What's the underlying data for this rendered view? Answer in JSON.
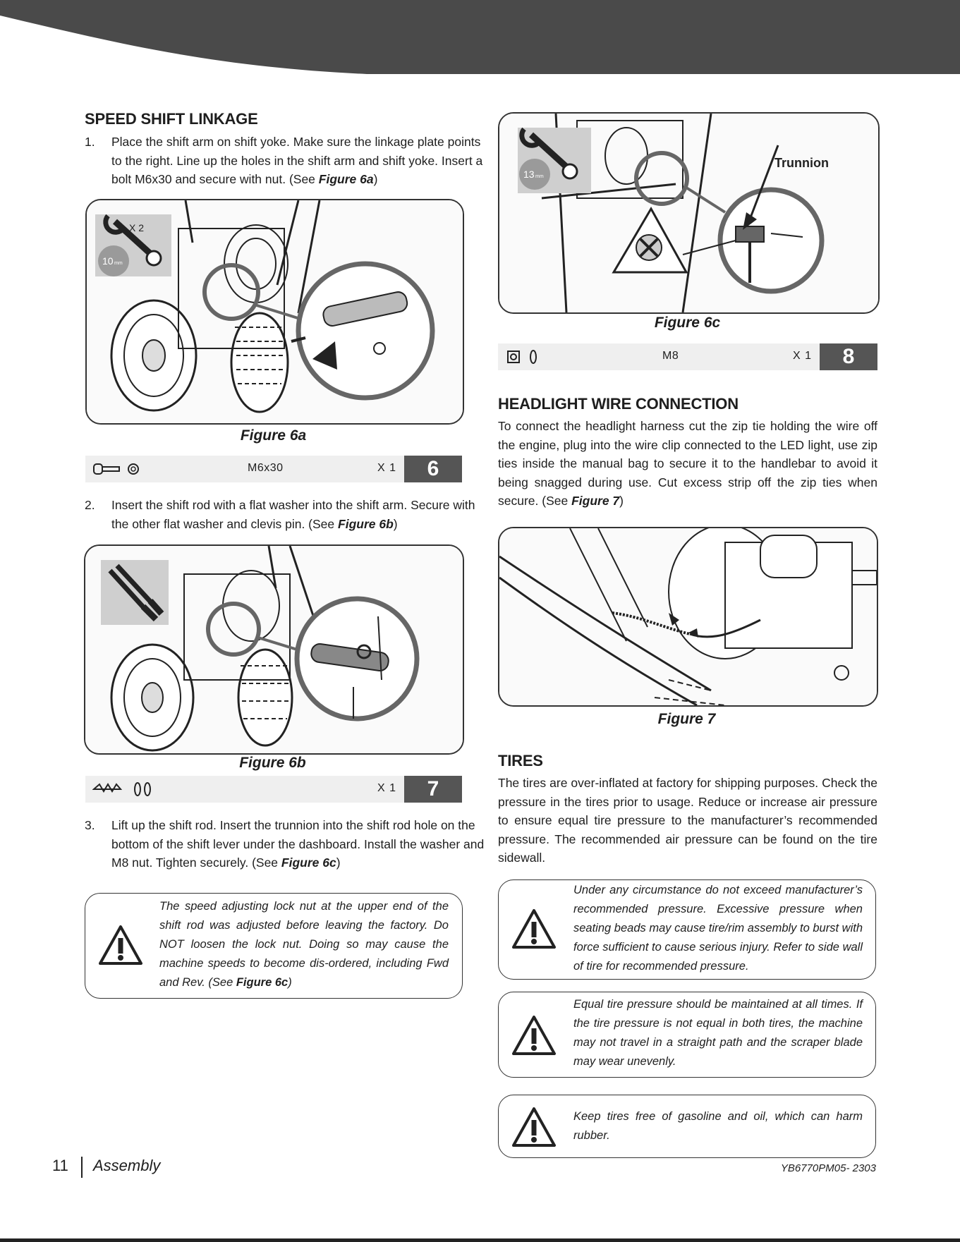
{
  "left": {
    "heading": "SPEED SHIFT LINKAGE",
    "step1": {
      "num": "1.",
      "text": "Place the shift arm on shift yoke. Make sure the linkage plate points to the right. Line up the holes in the shift arm and shift yoke. Insert a bolt M6x30 and secure with nut. (See ",
      "ref": "Figure 6a",
      "end": ")"
    },
    "fig6a": {
      "badge_qty": "X 2",
      "badge_size": "10",
      "badge_unit": "mm",
      "caption": "Figure 6a"
    },
    "parts6a": {
      "name": "M6x30",
      "qty": "X 1",
      "num": "6"
    },
    "step2": {
      "num": "2.",
      "text": "Insert the shift rod with a flat washer into the shift arm. Secure with the other flat washer and clevis pin. (See ",
      "ref": "Figure 6b",
      "end": ")"
    },
    "fig6b": {
      "caption": "Figure 6b"
    },
    "parts6b": {
      "qty": "X 1",
      "num": "7"
    },
    "step3": {
      "num": "3.",
      "text": "Lift up the shift rod. Insert the trunnion into the shift rod hole on the bottom of the shift lever under the dashboard. Install the washer and M8 nut. Tighten securely. (See ",
      "ref": "Figure 6c",
      "end": ")"
    },
    "warning": {
      "text": "The speed adjusting lock nut at the upper end of the shift rod was adjusted before leaving the factory. Do NOT loosen the lock nut. Doing so may cause the machine speeds to become dis-ordered, including Fwd and Rev. (See ",
      "ref": "Figure 6c",
      "end": ")"
    }
  },
  "right": {
    "fig6c": {
      "badge_size": "13",
      "badge_unit": "mm",
      "label": "Trunnion",
      "caption": "Figure 6c"
    },
    "parts6c": {
      "name": "M8",
      "qty": "X 1",
      "num": "8"
    },
    "heading_headlight": "HEADLIGHT WIRE CONNECTION",
    "headlight_text": "To connect the headlight harness cut the zip tie holding the wire off the engine, plug into the wire clip connected to the LED light, use zip ties inside the manual bag to secure it to the handlebar to avoid it being snagged during use. Cut excess strip off the zip ties when secure. (See ",
    "headlight_ref": "Figure 7",
    "headlight_end": ")",
    "fig7": {
      "caption": "Figure 7"
    },
    "heading_tires": "TIRES",
    "tires_text": "The tires are over-inflated at factory for shipping purposes. Check the pressure in the tires prior to usage. Reduce or increase air pressure to ensure equal tire pressure to the manufacturer’s recommended pressure. The recommended air pressure can be found on the tire sidewall.",
    "warnings": [
      "Under any circumstance do not exceed manufacturer’s recommended pressure. Excessive pressure when seating beads may cause tire/rim assembly to burst with force sufficient to cause serious injury. Refer to side wall of tire for recommended pressure.",
      "Equal tire pressure should be maintained at all times. If the tire pressure is not equal in both tires, the machine may not travel in a straight path and the scraper blade may wear unevenly.",
      "Keep tires free of gasoline and oil, which can harm rubber."
    ]
  },
  "footer": {
    "page": "11",
    "section": "Assembly",
    "code": "YB6770PM05- 2303"
  },
  "colors": {
    "header": "#4a4a4a",
    "badge": "#555555",
    "parts_bg": "#efefef"
  }
}
